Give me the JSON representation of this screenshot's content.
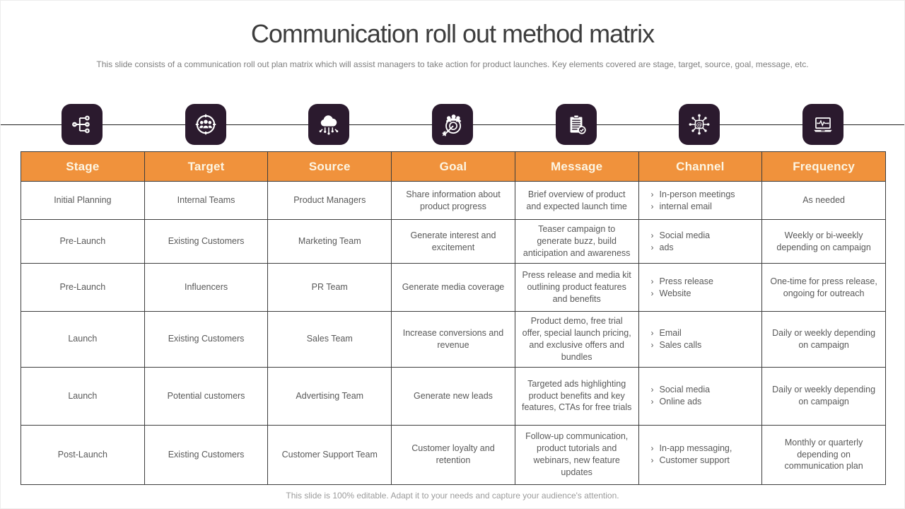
{
  "slide": {
    "title": "Communication roll out method matrix",
    "subtitle": "This slide consists of a communication roll out plan matrix which will assist managers to take action for product launches. Key elements covered are stage, target, source, goal, message, etc.",
    "footer": "This slide is 100% editable. Adapt it to your needs and capture your audience's attention."
  },
  "colors": {
    "accent_orange": "#f0923c",
    "icon_purple": "#2b1a2e",
    "table_border": "#3d3d3d",
    "body_text": "#595959",
    "header_text": "#fdf6e4"
  },
  "icons": [
    "hierarchy-flow-icon",
    "audience-target-icon",
    "cloud-network-icon",
    "goal-dartboard-icon",
    "clipboard-check-icon",
    "channel-hub-icon",
    "laptop-pulse-icon"
  ],
  "table": {
    "bullet": "›",
    "headers": [
      "Stage",
      "Target",
      "Source",
      "Goal",
      "Message",
      "Channel",
      "Frequency"
    ],
    "rows": [
      {
        "stage": "Initial Planning",
        "target": "Internal Teams",
        "source": "Product Managers",
        "goal": "Share information about product progress",
        "message": "Brief overview of product and expected launch time",
        "channel": [
          "In-person meetings",
          "internal email"
        ],
        "frequency": "As needed"
      },
      {
        "stage": "Pre-Launch",
        "target": "Existing Customers",
        "source": "Marketing Team",
        "goal": "Generate interest and excitement",
        "message": "Teaser campaign to generate buzz, build anticipation and awareness",
        "channel": [
          "Social media",
          "ads"
        ],
        "frequency": "Weekly or bi-weekly depending on campaign"
      },
      {
        "stage": "Pre-Launch",
        "target": "Influencers",
        "source": "PR Team",
        "goal": "Generate media coverage",
        "message": "Press release and media kit outlining product features and benefits",
        "channel": [
          "Press release",
          "Website"
        ],
        "frequency": "One-time for press release, ongoing for outreach"
      },
      {
        "stage": "Launch",
        "target": "Existing Customers",
        "source": "Sales Team",
        "goal": "Increase conversions and revenue",
        "message": "Product demo, free trial offer, special launch pricing, and exclusive offers and bundles",
        "channel": [
          "Email",
          "Sales calls"
        ],
        "frequency": "Daily or weekly depending on campaign"
      },
      {
        "stage": "Launch",
        "target": "Potential customers",
        "source": "Advertising Team",
        "goal": "Generate new leads",
        "message": "Targeted ads highlighting product benefits and key features, CTAs for free trials",
        "channel": [
          "Social media",
          "Online ads"
        ],
        "frequency": "Daily or weekly depending on campaign"
      },
      {
        "stage": "Post-Launch",
        "target": "Existing Customers",
        "source": "Customer Support Team",
        "goal": "Customer loyalty and retention",
        "message": "Follow-up communication, product tutorials and webinars, new feature updates",
        "channel": [
          "In-app messaging,",
          "Customer support"
        ],
        "frequency": "Monthly or quarterly depending on communication plan"
      }
    ]
  }
}
